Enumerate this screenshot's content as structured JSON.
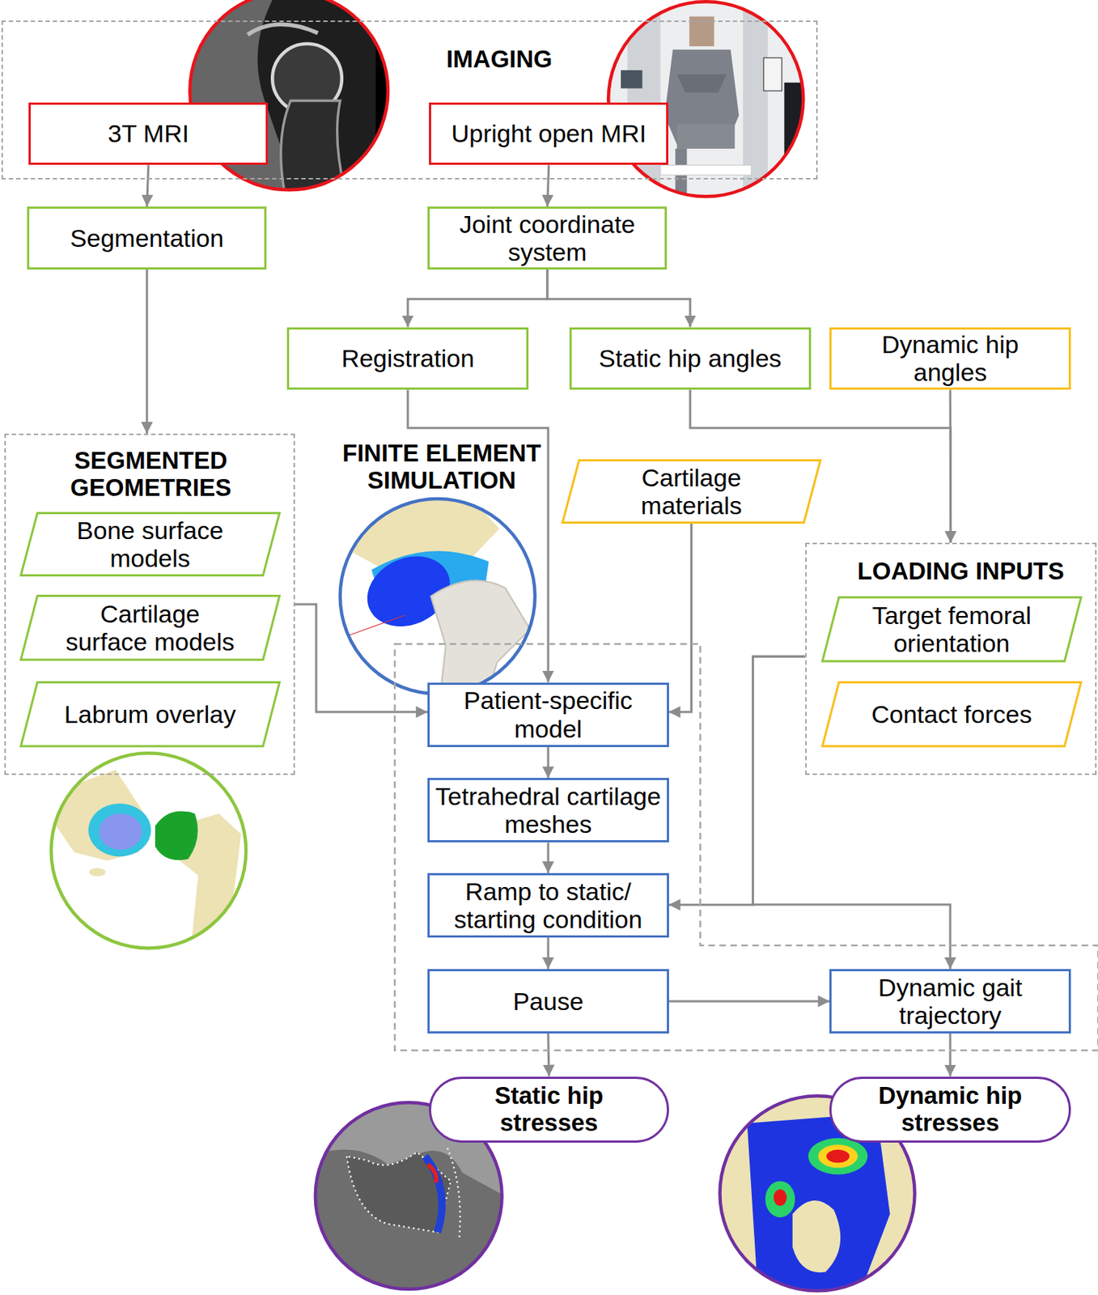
{
  "diagram": {
    "nodes": [
      {
        "text": [
          "IMAGING"
        ]
      },
      {
        "text": [
          "3T MRI"
        ],
        "in": 0
      },
      {
        "text": [
          "Upright open MRI"
        ],
        "in": 0
      },
      {
        "text": [
          "Segmentation"
        ]
      },
      {
        "text": [
          "Joint coordinate system"
        ]
      },
      {
        "text": [
          "Registration"
        ]
      },
      {
        "text": [
          "Static hip angles"
        ]
      },
      {
        "text": [
          "Dynamic hip angles"
        ]
      },
      {
        "text": [
          "SEGMENTED GEOMETRIES"
        ]
      },
      {
        "text": [
          "Bone surface models"
        ],
        "in": 8
      },
      {
        "text": [
          "Cartilage surface models"
        ],
        "in": 8
      },
      {
        "text": [
          "Labrum overlay"
        ],
        "in": 8
      },
      {
        "text": [
          "Cartilage materials"
        ]
      },
      {
        "text": [
          "LOADING INPUTS"
        ]
      },
      {
        "text": [
          "Target femoral orientation"
        ],
        "in": 13
      },
      {
        "text": [
          "Contact forces"
        ],
        "in": 13
      },
      {
        "text": [
          "FINITE ELEMENT SIMULATION"
        ]
      },
      {
        "text": [
          "Patient-specific model"
        ],
        "in": 16
      },
      {
        "text": [
          "Tetrahedral cartilage meshes"
        ],
        "in": 16
      },
      {
        "text": [
          "Ramp to static/ starting condition"
        ],
        "in": 16
      },
      {
        "text": [
          "Pause"
        ],
        "in": 16
      },
      {
        "text": [
          "Dynamic gait trajectory"
        ],
        "in": 16
      },
      {
        "text": [
          "Static hip stresses"
        ]
      },
      {
        "text": [
          "Dynamic hip stresses"
        ]
      }
    ],
    "edges": [
      {
        "from": 1,
        "to": 3,
        "arrow": "to"
      },
      {
        "from": 2,
        "to": 4,
        "arrow": "to"
      },
      {
        "from": 4,
        "to": 5,
        "arrow": "to"
      },
      {
        "from": 4,
        "to": 6,
        "arrow": "to"
      },
      {
        "from": 3,
        "to": 8,
        "arrow": "to"
      },
      {
        "from": 5,
        "to": 17,
        "arrow": "to"
      },
      {
        "from": 6,
        "to": 13,
        "arrow": "to"
      },
      {
        "from": 7,
        "to": 13,
        "arrow": "to"
      },
      {
        "from": 8,
        "to": 17,
        "arrow": "to"
      },
      {
        "from": 12,
        "to": 17,
        "arrow": "to"
      },
      {
        "from": 17,
        "to": 18,
        "arrow": "to"
      },
      {
        "from": 18,
        "to": 19,
        "arrow": "to"
      },
      {
        "from": 19,
        "to": 20,
        "arrow": "to"
      },
      {
        "from": 13,
        "to": 19,
        "arrow": "to"
      },
      {
        "from": 13,
        "to": 21,
        "arrow": "to"
      },
      {
        "from": 20,
        "to": 21,
        "arrow": "to"
      },
      {
        "from": 20,
        "to": 22,
        "arrow": "to"
      },
      {
        "from": 21,
        "to": 23,
        "arrow": "to"
      }
    ]
  }
}
